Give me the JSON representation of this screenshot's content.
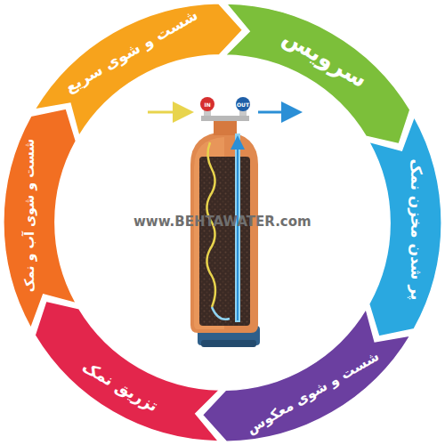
{
  "diagram": {
    "nodes": [
      {
        "text": [
          "سرویس"
        ]
      },
      {
        "text": [
          "پر شدن مخزن نمک"
        ]
      },
      {
        "text": [
          "شست و شوی معکوس"
        ]
      },
      {
        "text": [
          "تزریق نمک"
        ]
      },
      {
        "text": [
          "شست و شوی آب و نمک"
        ]
      },
      {
        "text": [
          "شست و شوی سریع"
        ]
      }
    ],
    "labels": [
      "IN",
      "OUT",
      "www.BEHTAWATER.com"
    ]
  }
}
